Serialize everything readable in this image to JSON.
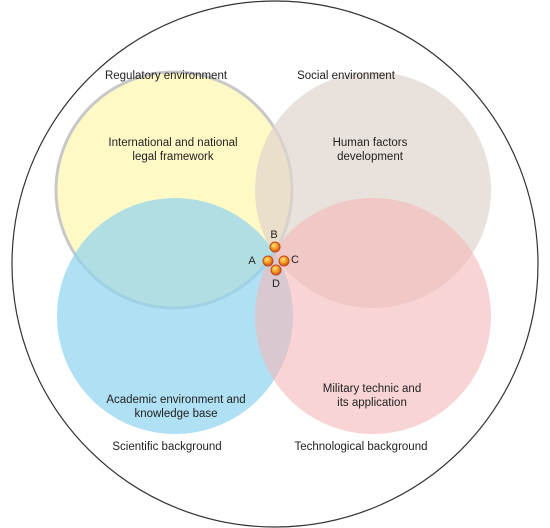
{
  "diagram": {
    "outer_labels": {
      "regulatory": "Regulatory environment",
      "social": "Social environment",
      "scientific": "Scientific background",
      "technological": "Technological background"
    },
    "circles": {
      "legal": {
        "line1": "International and national",
        "line2": "legal framework",
        "fill": "#fff7b3"
      },
      "human": {
        "line1": "Human factors",
        "line2": "development",
        "fill": "#e0d4cc"
      },
      "academic": {
        "line1": "Academic environment and",
        "line2": "knowledge base",
        "fill": "#8fd3f0"
      },
      "military": {
        "line1": "Military technic and",
        "line2": "its application",
        "fill": "#f5b8b8"
      }
    },
    "points": {
      "a": "A",
      "b": "B",
      "c": "C",
      "d": "D",
      "color": "#f08a1c"
    }
  }
}
